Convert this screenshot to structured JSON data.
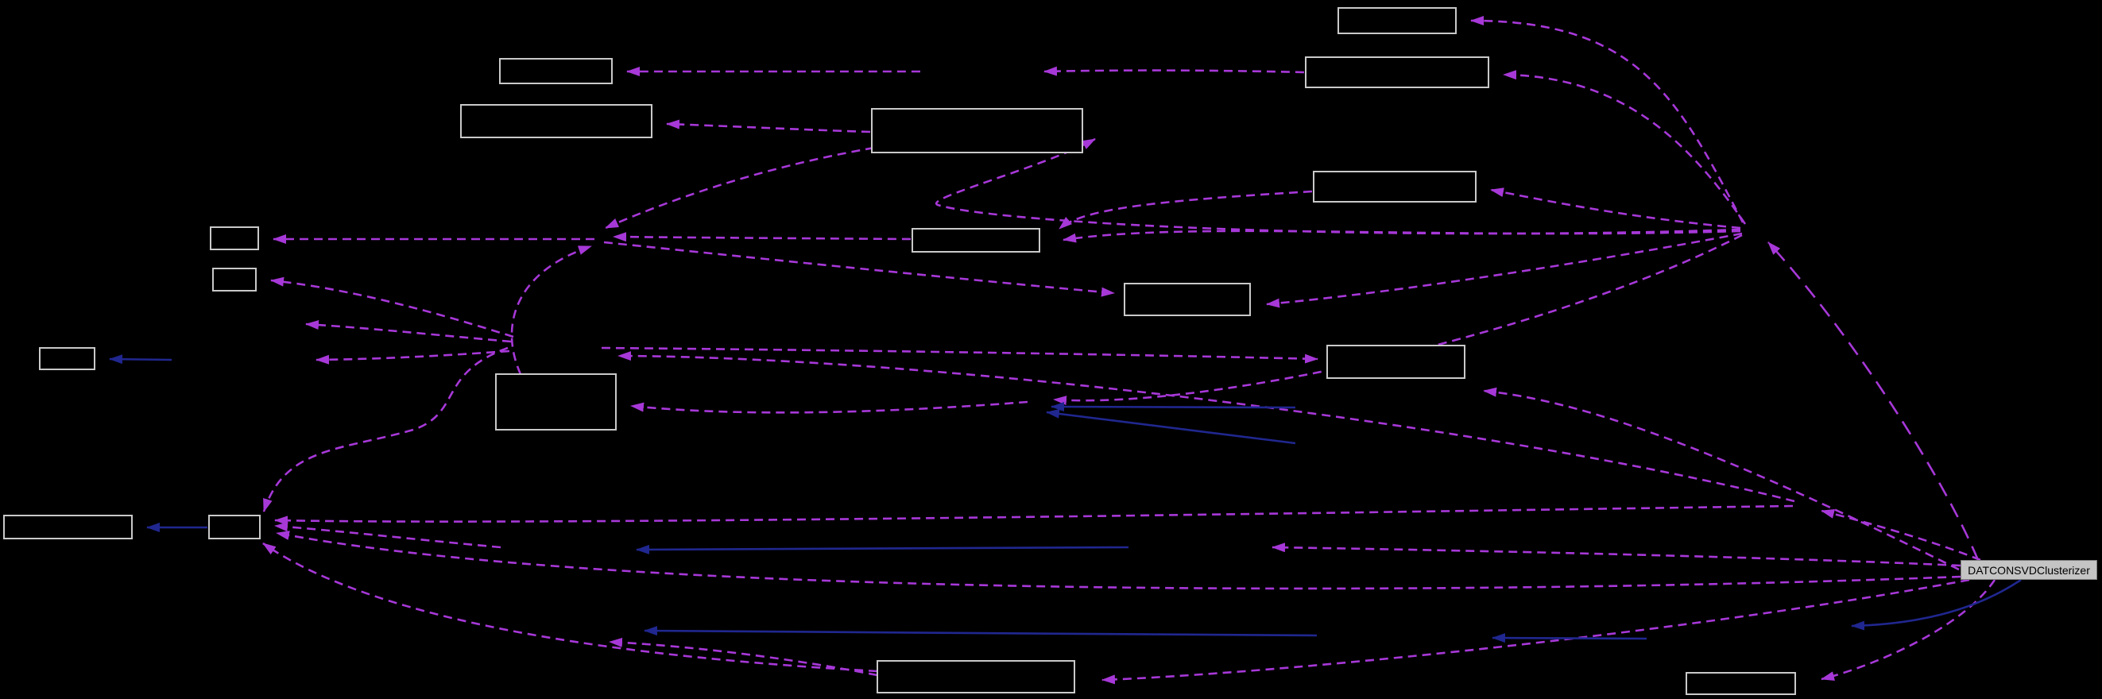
{
  "diagram": {
    "type": "collaboration-graph",
    "central_node": {
      "id": "central",
      "label": "DATCONSVDClusterizer"
    },
    "colors": {
      "background": "#000000",
      "node_fill": "#000000",
      "node_border": "#c9c9c9",
      "central_fill": "#c4c4c4",
      "central_border": "#7f7f7f",
      "central_text": "#000000",
      "dashed_edge": "#a738d8",
      "solid_edge": "#20278f"
    },
    "nodes": [
      {
        "id": "node-1",
        "label": ""
      },
      {
        "id": "node-2",
        "label": ""
      },
      {
        "id": "node-3",
        "label": ""
      },
      {
        "id": "node-4",
        "label": ""
      },
      {
        "id": "node-5",
        "label": ""
      },
      {
        "id": "node-6",
        "label": ""
      },
      {
        "id": "node-7",
        "label": ""
      },
      {
        "id": "node-8",
        "label": ""
      },
      {
        "id": "node-9",
        "label": ""
      },
      {
        "id": "node-10",
        "label": ""
      },
      {
        "id": "node-11",
        "label": ""
      },
      {
        "id": "node-12",
        "label": ""
      },
      {
        "id": "node-13",
        "label": ""
      },
      {
        "id": "node-14",
        "label": ""
      },
      {
        "id": "node-15",
        "label": ""
      },
      {
        "id": "node-16",
        "label": ""
      },
      {
        "id": "node-17",
        "label": ""
      }
    ],
    "edge_kinds": {
      "dashed": "usage dependency (dashed, purple)",
      "solid": "inheritance / direct relation (solid, dark blue)"
    }
  }
}
